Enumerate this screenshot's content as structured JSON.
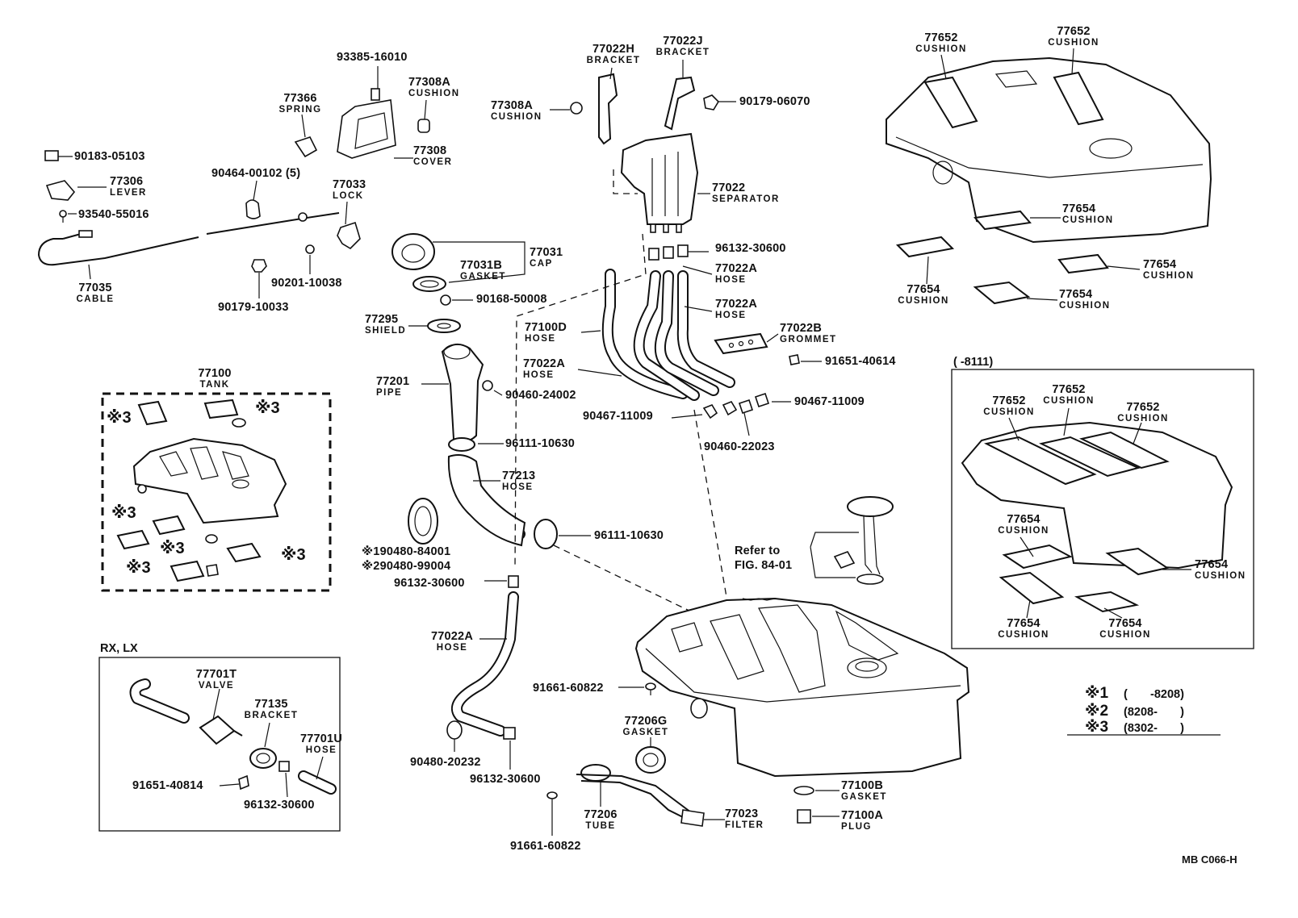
{
  "parts": {
    "p_93385": {
      "number": "93385-16010"
    },
    "p_77366": {
      "number": "77366",
      "name": "SPRING"
    },
    "p_77308A_top": {
      "number": "77308A",
      "name": "CUSHION"
    },
    "p_90183": {
      "number": "90183-05103"
    },
    "p_77308": {
      "number": "77308",
      "name": "COVER"
    },
    "p_77306": {
      "number": "77306",
      "name": "LEVER"
    },
    "p_90464": {
      "number": "90464-00102 (5)"
    },
    "p_77033": {
      "number": "77033",
      "name": "LOCK"
    },
    "p_93540": {
      "number": "93540-55016"
    },
    "p_77035": {
      "number": "77035",
      "name": "CABLE"
    },
    "p_90201": {
      "number": "90201-10038"
    },
    "p_90179_10033": {
      "number": "90179-10033"
    },
    "p_77022H": {
      "number": "77022H",
      "name": "BRACKET"
    },
    "p_77022J": {
      "number": "77022J",
      "name": "BRACKET"
    },
    "p_77308A_mid": {
      "number": "77308A",
      "name": "CUSHION"
    },
    "p_90179_06070": {
      "number": "90179-06070"
    },
    "p_77022": {
      "number": "77022",
      "name": "SEPARATOR"
    },
    "p_96132_30600_top": {
      "number": "96132-30600"
    },
    "p_77031": {
      "number": "77031",
      "name": "CAP"
    },
    "p_77031B": {
      "number": "77031B",
      "name": "GASKET"
    },
    "p_77022A_1": {
      "number": "77022A",
      "name": "HOSE"
    },
    "p_90168": {
      "number": "90168-50008"
    },
    "p_77022A_2": {
      "number": "77022A",
      "name": "HOSE"
    },
    "p_77295": {
      "number": "77295",
      "name": "SHIELD"
    },
    "p_77100D": {
      "number": "77100D",
      "name": "HOSE"
    },
    "p_77022B": {
      "number": "77022B",
      "name": "GROMMET"
    },
    "p_77022A_3": {
      "number": "77022A",
      "name": "HOSE"
    },
    "p_91651_40614": {
      "number": "91651-40614"
    },
    "p_77201": {
      "number": "77201",
      "name": "PIPE"
    },
    "p_90460_24002": {
      "number": "90460-24002"
    },
    "p_90467_left": {
      "number": "90467-11009"
    },
    "p_90467_right": {
      "number": "90467-11009"
    },
    "p_90460_22023": {
      "number": "90460-22023"
    },
    "p_96111_top": {
      "number": "96111-10630"
    },
    "p_77213": {
      "number": "77213",
      "name": "HOSE"
    },
    "p_96111_bot": {
      "number": "96111-10630"
    },
    "p_90480_84001": {
      "number": "90480-84001"
    },
    "p_90480_99004": {
      "number": "90480-99004"
    },
    "p_96132_30600_mid": {
      "number": "96132-30600"
    },
    "p_77022A_4": {
      "number": "77022A",
      "name": "HOSE"
    },
    "p_91661_top": {
      "number": "91661-60822"
    },
    "p_77206G": {
      "number": "77206G",
      "name": "GASKET"
    },
    "p_90480_20232": {
      "number": "90480-20232"
    },
    "p_96132_30600_bot": {
      "number": "96132-30600"
    },
    "p_77206": {
      "number": "77206",
      "name": "TUBE"
    },
    "p_77023": {
      "number": "77023",
      "name": "FILTER"
    },
    "p_91661_bot": {
      "number": "91661-60822"
    },
    "p_77100B": {
      "number": "77100B",
      "name": "GASKET"
    },
    "p_77100A": {
      "number": "77100A",
      "name": "PLUG"
    },
    "p_77100": {
      "number": "77100",
      "name": "TANK"
    },
    "p_77701T": {
      "number": "77701T",
      "name": "VALVE"
    },
    "p_77135": {
      "number": "77135",
      "name": "BRACKET"
    },
    "p_77701U": {
      "number": "77701U",
      "name": "HOSE"
    },
    "p_91651_40814": {
      "number": "91651-40814"
    },
    "p_96132_30600_rx": {
      "number": "96132-30600"
    },
    "p_77652_a": {
      "number": "77652",
      "name": "CUSHION"
    },
    "p_77652_b": {
      "number": "77652",
      "name": "CUSHION"
    },
    "p_77654_a": {
      "number": "77654",
      "name": "CUSHION"
    },
    "p_77654_b": {
      "number": "77654",
      "name": "CUSHION"
    },
    "p_77654_c": {
      "number": "77654",
      "name": "CUSHION"
    },
    "p_77654_d": {
      "number": "77654",
      "name": "CUSHION"
    },
    "p_77652_c": {
      "number": "77652",
      "name": "CUSHION"
    },
    "p_77652_d": {
      "number": "77652",
      "name": "CUSHION"
    },
    "p_77652_e": {
      "number": "77652",
      "name": "CUSHION"
    },
    "p_77654_e": {
      "number": "77654",
      "name": "CUSHION"
    },
    "p_77654_f": {
      "number": "77654",
      "name": "CUSHION"
    },
    "p_77654_g": {
      "number": "77654",
      "name": "CUSHION"
    },
    "p_77654_h": {
      "number": "77654",
      "name": "CUSHION"
    }
  },
  "marks": {
    "m1_prefix": "※1",
    "m2_prefix": "※2",
    "m3": "※3"
  },
  "refer": {
    "line1": "Refer to",
    "line2": "FIG. 84-01"
  },
  "boxes": {
    "rx_lx": "RX, LX",
    "range_8111": "(       -8111)"
  },
  "legend": [
    {
      "mark": "※1",
      "range": "(       -8208)"
    },
    {
      "mark": "※2",
      "range": "(8208-       )"
    },
    {
      "mark": "※3",
      "range": "(8302-       )"
    }
  ],
  "figure_id": "MB C066-H"
}
